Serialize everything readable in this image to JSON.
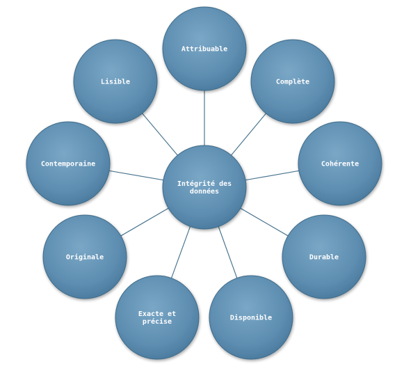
{
  "diagram": {
    "center": {
      "id": "data-integrity",
      "lines": [
        "Intégrité des",
        "données"
      ]
    },
    "nodes": [
      {
        "id": "attribuable",
        "lines": [
          "Attribuable"
        ]
      },
      {
        "id": "complete",
        "lines": [
          "Complète"
        ]
      },
      {
        "id": "coherente",
        "lines": [
          "Cohérente"
        ]
      },
      {
        "id": "durable",
        "lines": [
          "Durable"
        ]
      },
      {
        "id": "disponible",
        "lines": [
          "Disponible"
        ]
      },
      {
        "id": "exacte-et-precise",
        "lines": [
          "Exacte et",
          "précise"
        ]
      },
      {
        "id": "originale",
        "lines": [
          "Originale"
        ]
      },
      {
        "id": "contemporaine",
        "lines": [
          "Contemporaine"
        ]
      },
      {
        "id": "lisible",
        "lines": [
          "Lisible"
        ]
      }
    ],
    "colors": {
      "fill": "#5d8db0",
      "fill_light": "#7aa7c6",
      "fill_dark": "#4a7a9d",
      "stroke": "#3e6a88",
      "connector": "#4d7790",
      "text": "#ffffff"
    }
  }
}
